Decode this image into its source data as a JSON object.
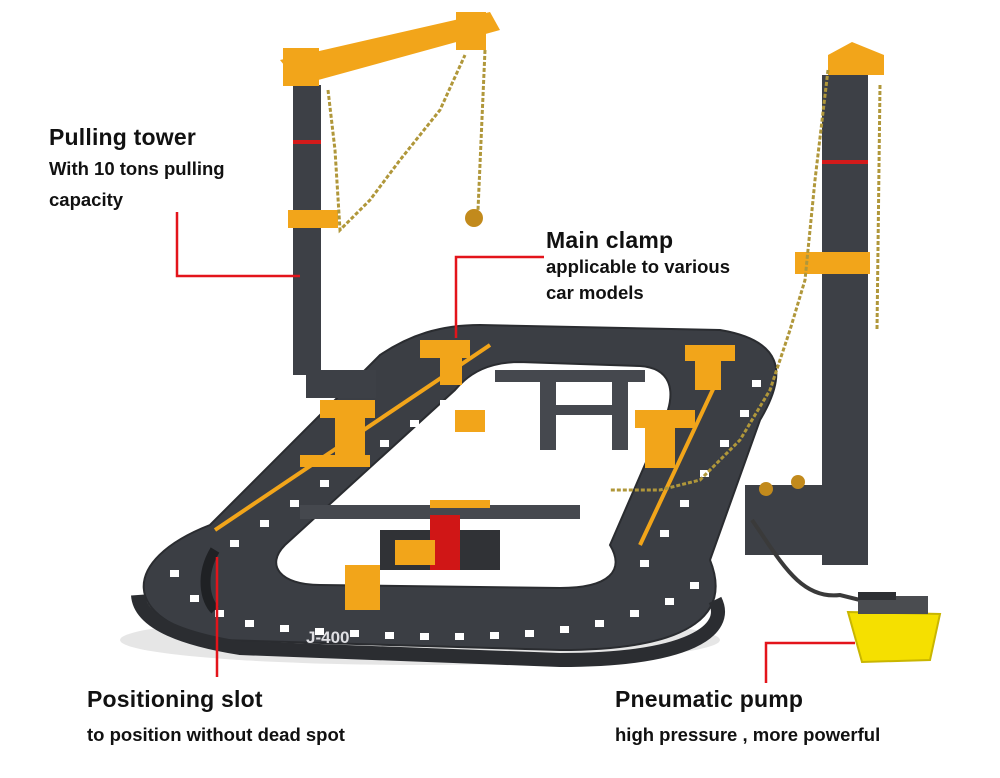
{
  "model_label": "J-400",
  "callouts": {
    "pulling_tower": {
      "title": "Pulling tower",
      "desc_line1": "With 10 tons pulling",
      "desc_line2": "capacity"
    },
    "main_clamp": {
      "title": "Main clamp",
      "desc_line1": "applicable to various",
      "desc_line2": "car models"
    },
    "positioning_slot": {
      "title": "Positioning slot",
      "desc": "to position without dead spot"
    },
    "pneumatic_pump": {
      "title": "Pneumatic pump",
      "desc": "high pressure , more powerful"
    }
  },
  "colors": {
    "leader_line": "#e3141b",
    "frame": "#3a3d42",
    "clamp": "#f2a51a",
    "pump": "#f5e000"
  }
}
